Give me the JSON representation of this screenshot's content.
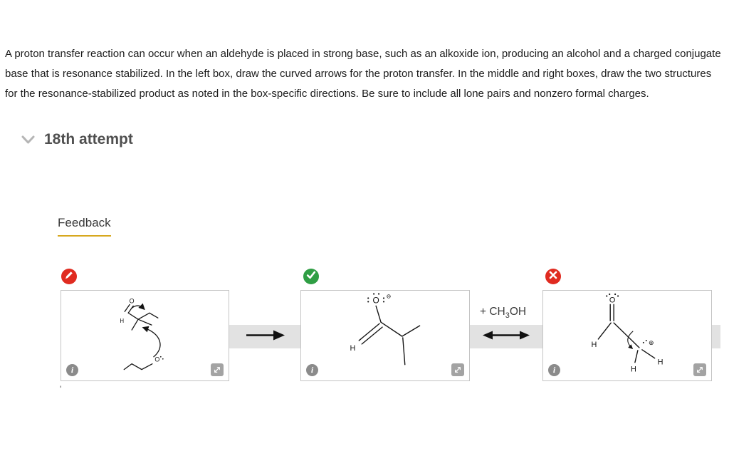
{
  "instructions": "A proton transfer reaction can occur when an aldehyde is placed in strong base, such as an alkoxide ion, producing an alcohol and a charged conjugate base that is resonance stabilized. In the left box, draw the curved arrows for the proton transfer. In the middle and right boxes, draw the two structures for the resonance-stabilized product as noted in the box-specific directions. Be sure to include all lone pairs and nonzero formal charges.",
  "attempt": {
    "title": "18th attempt"
  },
  "feedback": {
    "title": "Feedback",
    "underline_color": "#d7a81e"
  },
  "icons": {
    "info": "i"
  },
  "panels": [
    {
      "status": "drawn",
      "badge": "pencil",
      "badge_color": "#e02b20"
    },
    {
      "status": "correct",
      "badge": "check",
      "badge_color": "#2f9e44"
    },
    {
      "status": "incorrect",
      "badge": "x",
      "badge_color": "#e02b20"
    }
  ],
  "connectors": {
    "forward_arrow": "reaction-arrow",
    "resonance_arrow": "resonance-double-arrow",
    "reagent": {
      "prefix": "+ CH",
      "subscript": "3",
      "suffix": "OH"
    }
  },
  "structures": {
    "left": {
      "o_top": "O",
      "h": "H",
      "o_bottom": "O"
    },
    "middle": {
      "o": "O",
      "charge": "⊖",
      "h": "H"
    },
    "right": {
      "o": "O",
      "charge": "⊕",
      "h_left": "H",
      "h_bottom": "H",
      "h_right": "H"
    }
  },
  "footnote": "'"
}
